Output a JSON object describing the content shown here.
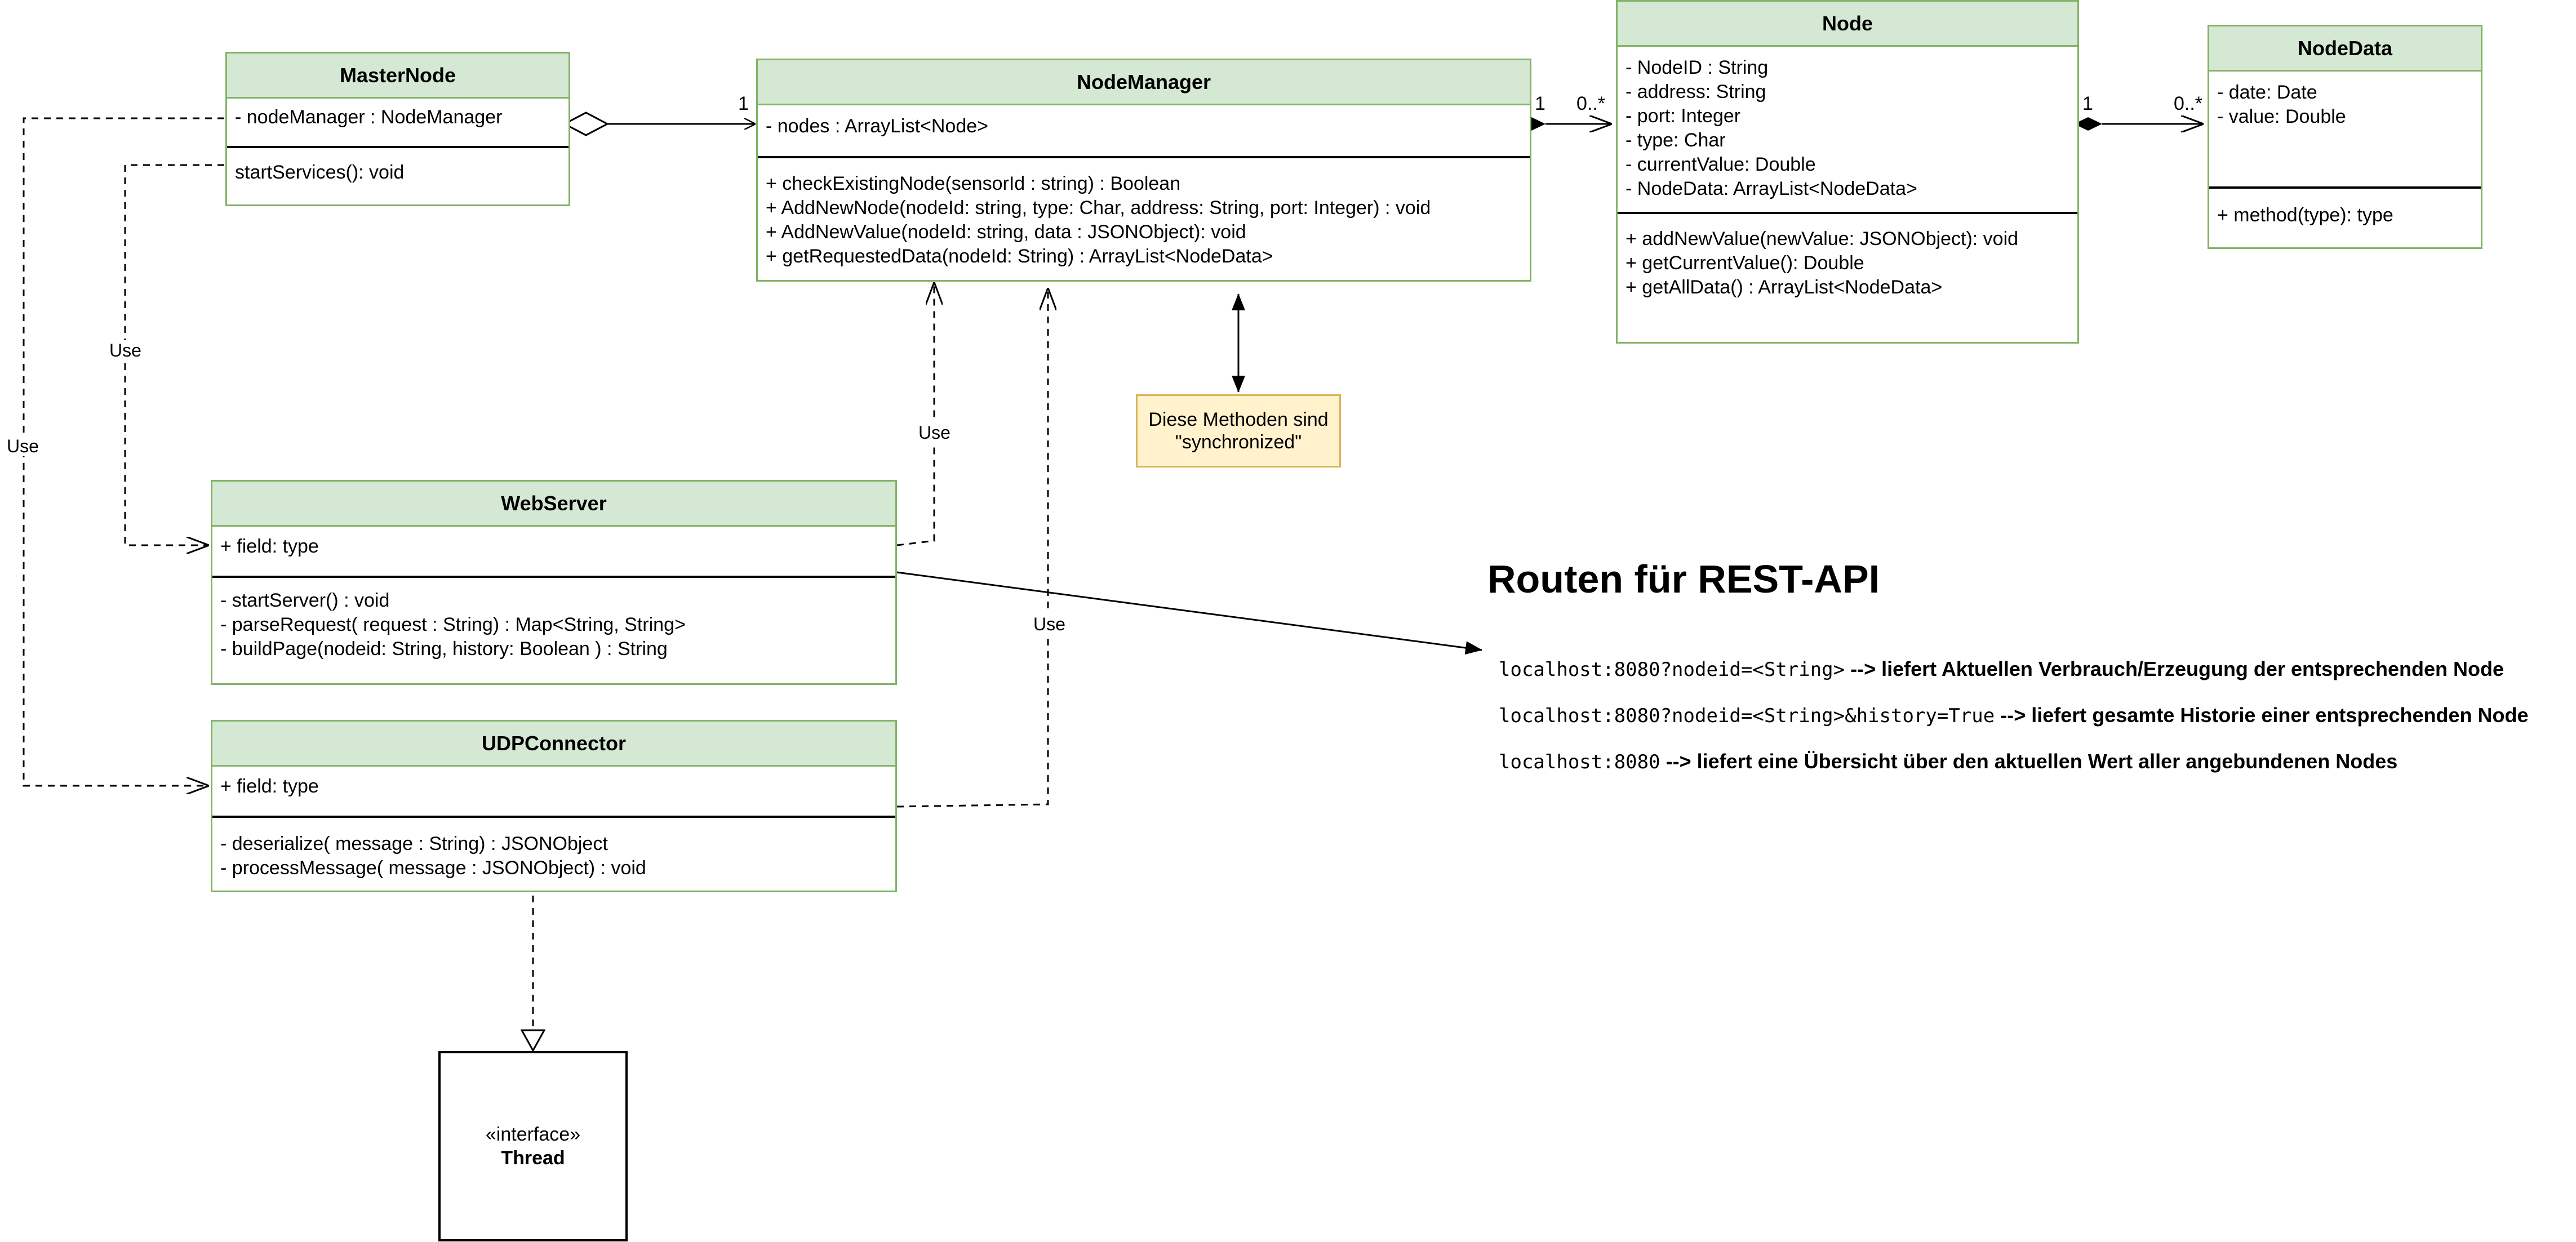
{
  "classes": {
    "master_node": {
      "name": "MasterNode",
      "attributes": [
        "- nodeManager : NodeManager"
      ],
      "methods": [
        "startServices(): void"
      ]
    },
    "node_manager": {
      "name": "NodeManager",
      "attributes": [
        "- nodes : ArrayList<Node>"
      ],
      "methods": [
        "+ checkExistingNode(sensorId : string) : Boolean",
        "+ AddNewNode(nodeId: string, type: Char, address: String, port: Integer) : void",
        "+ AddNewValue(nodeId: string, data : JSONObject): void",
        "+ getRequestedData(nodeId: String) : ArrayList<NodeData>"
      ]
    },
    "node": {
      "name": "Node",
      "attributes": [
        "- NodeID : String",
        "- address: String",
        "- port: Integer",
        "- type: Char",
        "- currentValue: Double",
        "- NodeData: ArrayList<NodeData>"
      ],
      "methods": [
        "+ addNewValue(newValue: JSONObject): void",
        "+ getCurrentValue(): Double",
        "+ getAllData() : ArrayList<NodeData>"
      ]
    },
    "node_data": {
      "name": "NodeData",
      "attributes": [
        "- date: Date",
        "- value: Double"
      ],
      "methods": [
        "+ method(type): type"
      ]
    },
    "web_server": {
      "name": "WebServer",
      "attributes": [
        "+ field: type"
      ],
      "methods": [
        "- startServer() : void",
        "- parseRequest( request : String) : Map<String, String>",
        "- buildPage(nodeid: String, history: Boolean ) : String"
      ]
    },
    "udp_connector": {
      "name": "UDPConnector",
      "attributes": [
        "+ field: type"
      ],
      "methods": [
        "- deserialize( message : String) : JSONObject",
        "- processMessage( message : JSONObject) : void"
      ]
    }
  },
  "interface": {
    "stereotype": "«interface»",
    "name": "Thread"
  },
  "note": {
    "line1": "Diese Methoden sind",
    "line2": "\"synchronized\""
  },
  "edge_labels": {
    "use": "Use"
  },
  "multiplicities": {
    "master_nm_target": "1",
    "nm_node_source": "1",
    "nm_node_target": "0..*",
    "node_data_source": "1",
    "node_data_target": "0..*"
  },
  "routes": {
    "title": "Routen für REST-API",
    "items": [
      {
        "path": "localhost:8080?nodeid=<String>",
        "desc": " --> liefert Aktuellen Verbrauch/Erzeugung der entsprechenden Node"
      },
      {
        "path": "localhost:8080?nodeid=<String>&history=True",
        "desc": " --> liefert gesamte Historie einer entsprechenden Node"
      },
      {
        "path": "localhost:8080",
        "desc": " --> liefert eine Übersicht über den aktuellen Wert aller angebundenen Nodes"
      }
    ]
  },
  "colors": {
    "class_fill": "#d5e8d4",
    "class_stroke": "#82b366",
    "note_fill": "#fff2cc",
    "note_stroke": "#d6b656"
  }
}
